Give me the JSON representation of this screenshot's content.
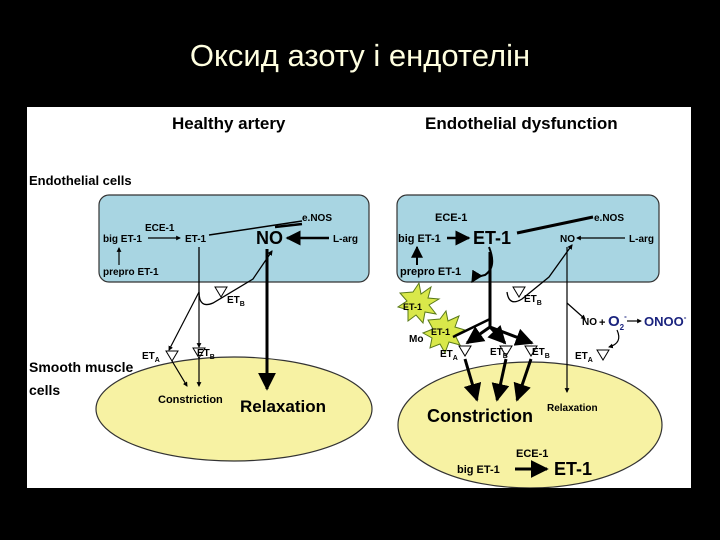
{
  "slide": {
    "title": "Оксид азоту і ендотелін"
  },
  "headings": {
    "healthy": "Healthy artery",
    "dysfunction": "Endothelial dysfunction"
  },
  "layers": {
    "endothelial": "Endothelial cells",
    "smooth_line1": "Smooth muscle",
    "smooth_line2": "cells"
  },
  "healthy": {
    "enos": "e.NOS",
    "ece": "ECE-1",
    "big_et": "big ET-1",
    "et1": "ET-1",
    "no": "NO",
    "larg": "L-arg",
    "prepro": "prepro ET-1",
    "etb_endo": "ET",
    "etb_endo_sub": "B",
    "eta": "ET",
    "eta_sub": "A",
    "etb": "ET",
    "etb_sub": "B",
    "constriction": "Constriction",
    "relaxation": "Relaxation"
  },
  "dysfunction": {
    "ece": "ECE-1",
    "big_et": "big ET-1",
    "et1": "ET-1",
    "no": "NO",
    "enos": "e.NOS",
    "larg": "L-arg",
    "prepro": "prepro ET-1",
    "etb_endo": "ET",
    "etb_endo_sub": "B",
    "star1": "ET-1",
    "star2": "ET-1",
    "mo": "Mo",
    "eta": "ET",
    "eta_sub": "A",
    "etb1": "ET",
    "etb1_sub": "B",
    "etb2": "ET",
    "etb2_sub": "B",
    "no2": "NO",
    "plus": "+",
    "o2": "O",
    "o2_sub": "2",
    "o2_sup": "-",
    "onoo": "ONOO",
    "onoo_sup": "-",
    "eta_right": "ET",
    "eta_right_sub": "A",
    "constriction": "Constriction",
    "relaxation": "Relaxation",
    "big_et_smc": "big ET-1",
    "ece_smc": "ECE-1",
    "et1_smc": "ET-1"
  }
}
